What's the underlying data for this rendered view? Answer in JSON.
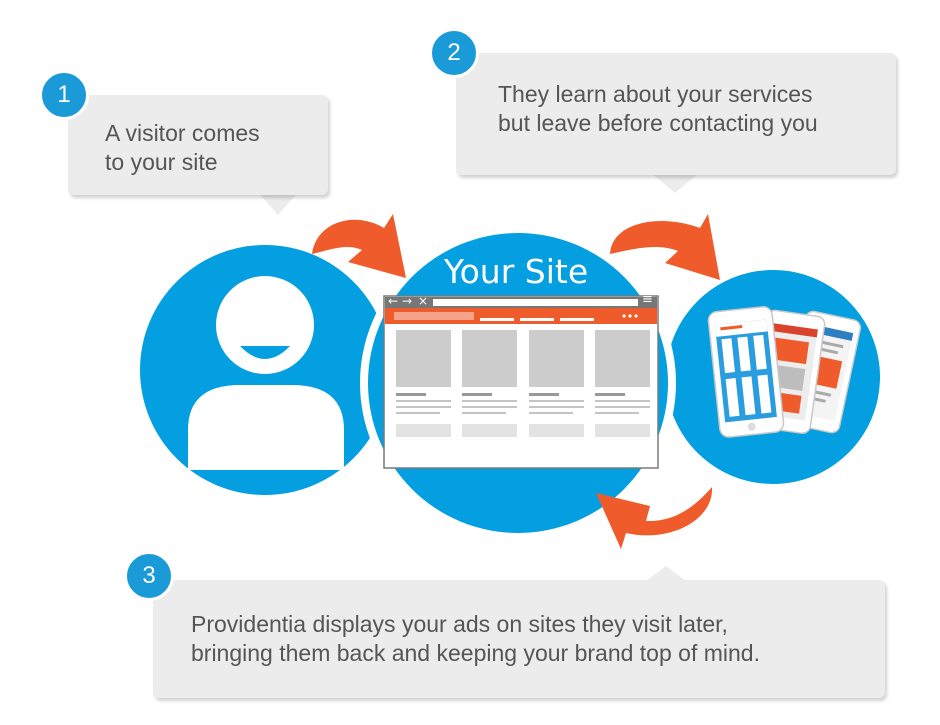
{
  "steps": [
    {
      "number": "1",
      "lines": [
        "A visitor comes",
        "to your site"
      ]
    },
    {
      "number": "2",
      "lines": [
        "They learn about your services",
        "but leave before contacting you"
      ]
    },
    {
      "number": "3",
      "lines": [
        "Providentia displays your ads on sites they visit later,",
        "bringing them back and keeping your brand top of mind."
      ]
    }
  ],
  "site_title": "Your Site",
  "browser_controls": {
    "back": "←",
    "forward": "→",
    "close": "×",
    "menu": "≡"
  },
  "colors": {
    "circle_blue": "#039fe0",
    "arrow_orange": "#f05b2b",
    "bubble_gray": "#ececec",
    "text_gray": "#555555",
    "badge_blue": "#1a9ad6"
  }
}
